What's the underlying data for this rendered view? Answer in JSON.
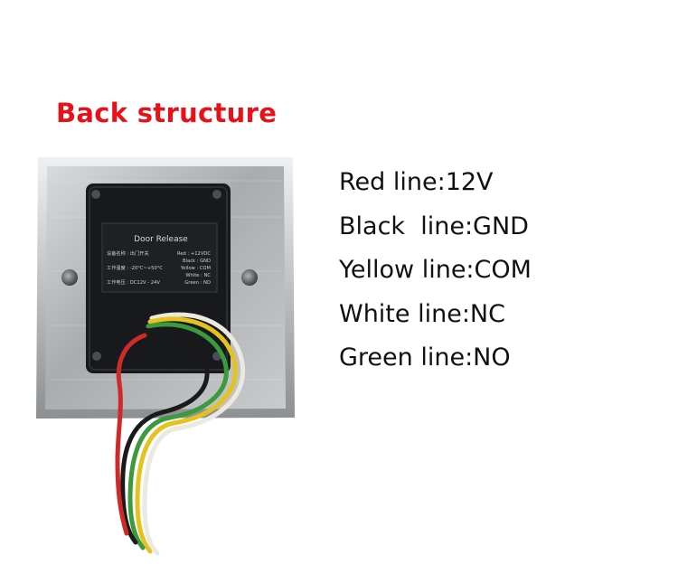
{
  "heading": "Back structure",
  "wires": [
    "Red line:12V",
    "Black  line:GND",
    "Yellow line:COM",
    "White line:NC",
    "Green line:NO"
  ],
  "label": {
    "title": "Door Release",
    "rows": [
      {
        "left": "设备名称 : 出门开关",
        "right": "Red : +12VDC"
      },
      {
        "left": "",
        "right": "Black : GND"
      },
      {
        "left": "工作温度 : -20°C~+50°C",
        "right": "Yellow : COM"
      },
      {
        "left": "",
        "right": "White : NC"
      },
      {
        "left": "工作电压 : DC12V - 24V",
        "right": "Green : NO"
      }
    ]
  },
  "colors": {
    "heading": "#e8111a",
    "plate": "#b9bcbf",
    "housing": "#17191c",
    "wire_red": "#cf2a2a",
    "wire_black": "#1a1a1a",
    "wire_yellow": "#e6c21f",
    "wire_white": "#ece9e2",
    "wire_green": "#3a9a3c"
  }
}
